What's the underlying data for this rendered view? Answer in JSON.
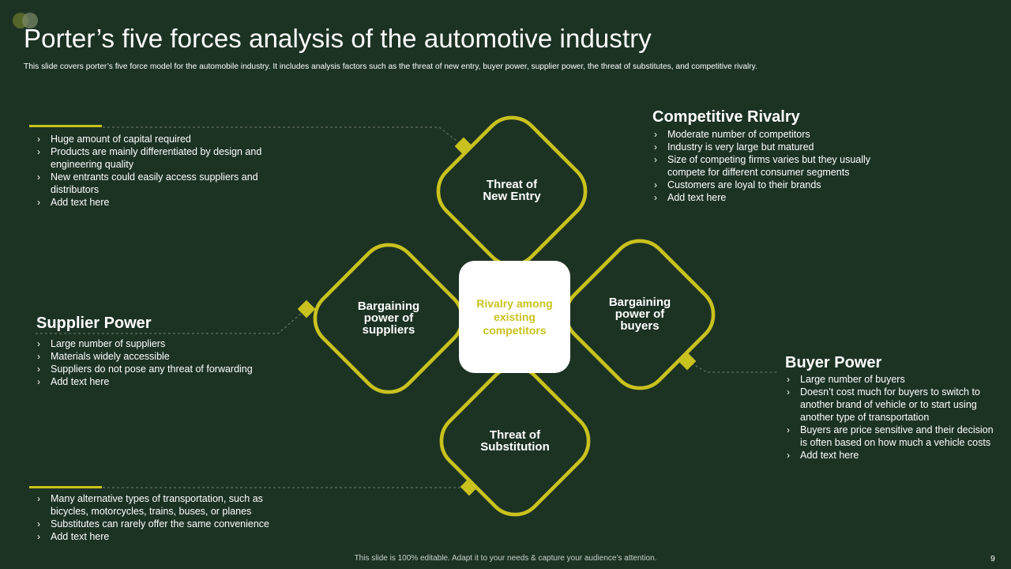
{
  "header": {
    "title": "Porter’s five forces analysis of the automotive industry",
    "subtitle": "This slide covers porter’s five force model for the automobile  industry. It includes analysis factors such as the threat of new entry, buyer power, supplier power, the threat of substitutes, and competitive rivalry."
  },
  "diagram": {
    "top_label": "Threat of\nNew Entry",
    "left_label": "Bargaining\npower of\nsuppliers",
    "right_label": "Bargaining\npower of\nbuyers",
    "bottom_label": "Threat of\nSubstitution",
    "center_label": "Rivalry among\nexisting\ncompetitors"
  },
  "new_entry_panel": {
    "points": [
      "Huge amount of capital required",
      "Products are mainly differentiated  by design and engineering quality",
      "New entrants could easily access suppliers and distributors",
      "Add text here"
    ]
  },
  "competitive_rivalry": {
    "heading": "Competitive Rivalry",
    "points": [
      "Moderate  number of competitors",
      "Industry is very  large but matured",
      "Size of competing firms varies  but they usually compete for different  consumer segments",
      "Customers are loyal to their brands",
      "Add text here"
    ]
  },
  "supplier_power": {
    "heading": "Supplier Power",
    "points": [
      "Large number of suppliers",
      "Materials widely accessible",
      "Suppliers do not pose any threat of forwarding",
      "Add text here"
    ]
  },
  "buyer_power": {
    "heading": "Buyer Power",
    "points": [
      "Large  number  of buyers",
      "Doesn’t  cost much for buyers to switch to another brand of vehicle  or to start using another type of transportation",
      "Buyers are price sensitive  and their decision is often based on how much a vehicle  costs",
      "Add text here"
    ]
  },
  "substitution_panel": {
    "points": [
      "Many alternative  types of transportation,  such as bicycles, motorcycles, trains, buses, or planes",
      "Substitutes can rarely offer the same convenience",
      "Add text here"
    ]
  },
  "footer": {
    "note": "This slide is 100% editable.  Adapt it to your needs & capture your audience’s attention.",
    "page_number": "9"
  },
  "colors": {
    "background": "#1c3324",
    "accent": "#c9c21e",
    "text": "#ffffff"
  }
}
